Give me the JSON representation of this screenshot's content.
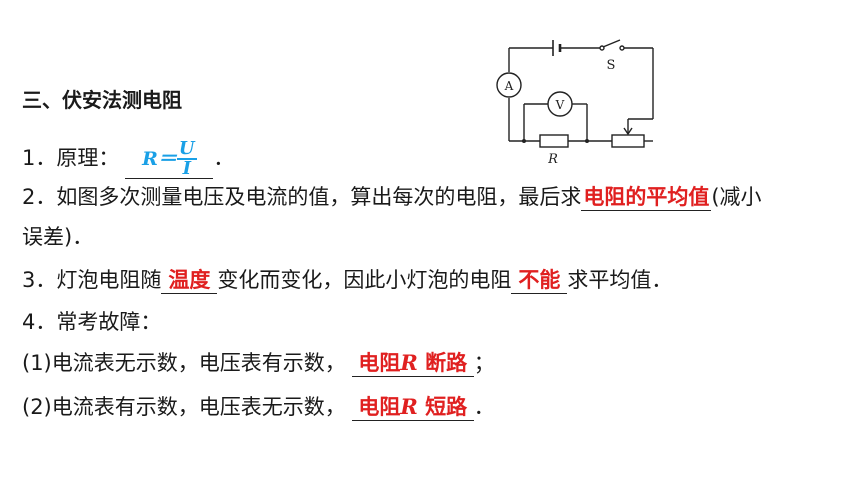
{
  "section_title": "三、伏安法测电阻",
  "item1": {
    "prefix": "1．原理：",
    "formula_lhs": "R＝",
    "formula_num": "U",
    "formula_den": "I",
    "suffix": "．"
  },
  "item2": {
    "text": "2．如图多次测量电压及电流的值，算出每次的电阻，最后求",
    "answer": "电阻的平均值",
    "suffix": "(减小",
    "line2": "误差)．"
  },
  "item3": {
    "prefix": "3．灯泡电阻随",
    "answer1": "温度",
    "middle": "变化而变化，因此小灯泡的电阻",
    "answer2": "不能",
    "suffix": "求平均值．"
  },
  "item4": {
    "heading": "4．常考故障：",
    "case1_text": "(1)电流表无示数，电压表有示数，",
    "case1_answer_a": "电阻",
    "case1_answer_var": "R",
    "case1_answer_b": "断路",
    "case1_suffix": "；",
    "case2_text": "(2)电流表有示数，电压表无示数，",
    "case2_answer_a": "电阻",
    "case2_answer_var": "R",
    "case2_answer_b": "短路",
    "case2_suffix": "．"
  },
  "circuit": {
    "ammeter": "A",
    "voltmeter": "V",
    "switch": "S",
    "resistor": "R"
  },
  "colors": {
    "answer": "#e02020",
    "formula": "#1aa0e6",
    "text": "#1a1a1a"
  }
}
